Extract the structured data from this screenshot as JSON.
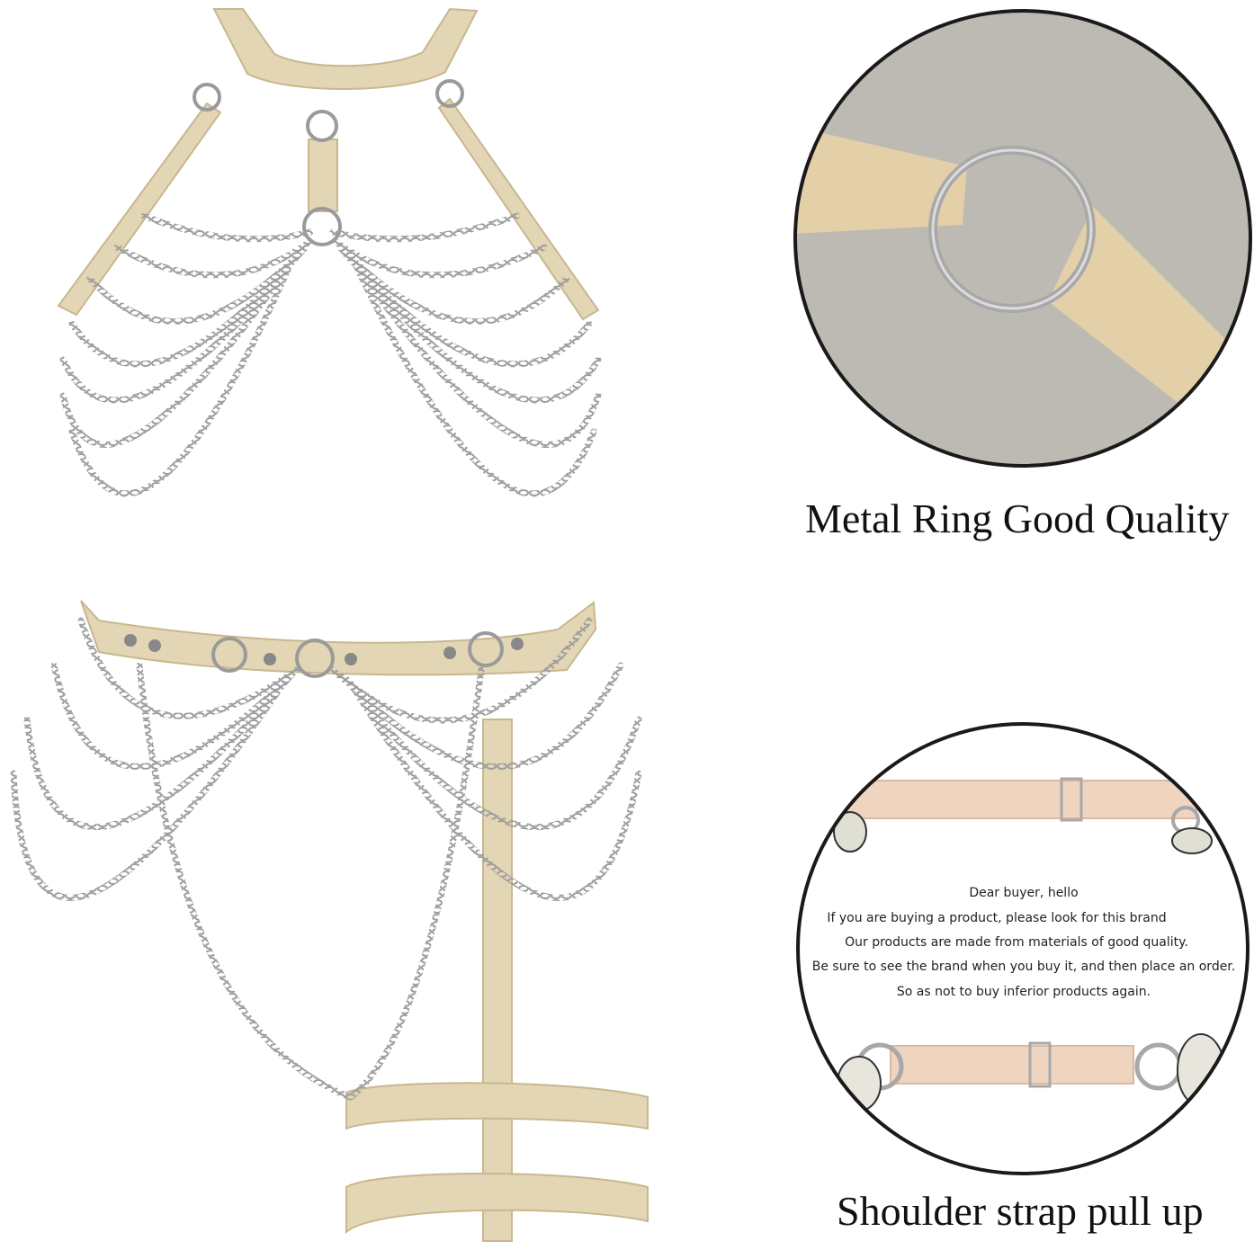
{
  "captions": {
    "top": "Metal Ring Good Quality",
    "bottom": "Shoulder strap pull up"
  },
  "note_lines": [
    "Dear buyer, hello",
    "If you are buying a product, please look for this brand",
    "Our products are made from materials of good quality.",
    "Be sure to see the brand when you buy it, and then place an order.",
    "So as not to buy inferior products again."
  ],
  "colors": {
    "strap": "#e3d6b4",
    "strap_edge": "#c8b78f",
    "chain": "#a9a9a9",
    "ring": "#9a9a9a",
    "circle_border": "#1a1a1a",
    "fabric_bg": "#bdbab3",
    "nude_strap": "#efd4c0"
  },
  "icons": {
    "top_piece": "chain-harness-top-icon",
    "bottom_piece": "chain-harness-belt-icon",
    "detail_ring": "metal-ring-detail-icon",
    "detail_strap": "adjustable-strap-detail-icon"
  }
}
